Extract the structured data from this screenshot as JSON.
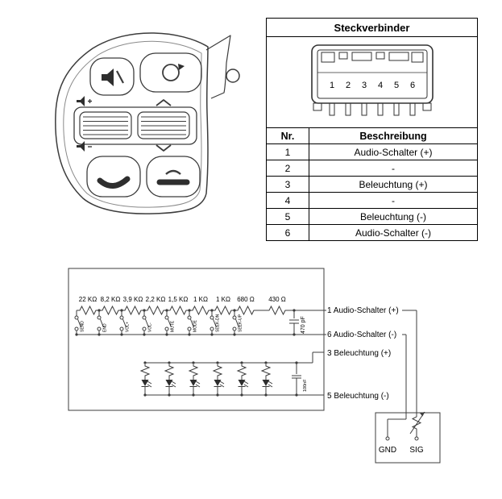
{
  "connector_table": {
    "title": "Steckverbinder",
    "pin_numbers": [
      "1",
      "2",
      "3",
      "4",
      "5",
      "6"
    ],
    "columns": {
      "nr": "Nr.",
      "desc": "Beschreibung"
    },
    "rows": [
      {
        "nr": "1",
        "desc": "Audio-Schalter (+)"
      },
      {
        "nr": "2",
        "desc": "-"
      },
      {
        "nr": "3",
        "desc": "Beleuchtung (+)"
      },
      {
        "nr": "4",
        "desc": "-"
      },
      {
        "nr": "5",
        "desc": "Beleuchtung (-)"
      },
      {
        "nr": "6",
        "desc": "Audio-Schalter (-)"
      }
    ]
  },
  "schematic": {
    "resistor_values": [
      "22 KΩ",
      "8,2 KΩ",
      "3,9 KΩ",
      "2,2 KΩ",
      "1,5 KΩ",
      "1 KΩ",
      "1 KΩ",
      "680 Ω",
      "430 Ω"
    ],
    "capacitor_1": "470 pF",
    "capacitor_2": "100nF",
    "switch_labels": [
      "SEND",
      "END",
      "VOL+",
      "VOL-",
      "MUTE",
      "MODE",
      "SEEK-DN",
      "SEEK-UP"
    ],
    "pin_labels": {
      "audio_plus": "1 Audio-Schalter (+)",
      "audio_minus": "6 Audio-Schalter (-)",
      "illum_plus": "3 Beleuchtung (+)",
      "illum_minus": "5 Beleuchtung (-)"
    },
    "head_unit": {
      "gnd": "GND",
      "sig": "SIG"
    }
  },
  "colors": {
    "line": "#3c3c3c",
    "text": "#000000",
    "background": "#ffffff"
  }
}
